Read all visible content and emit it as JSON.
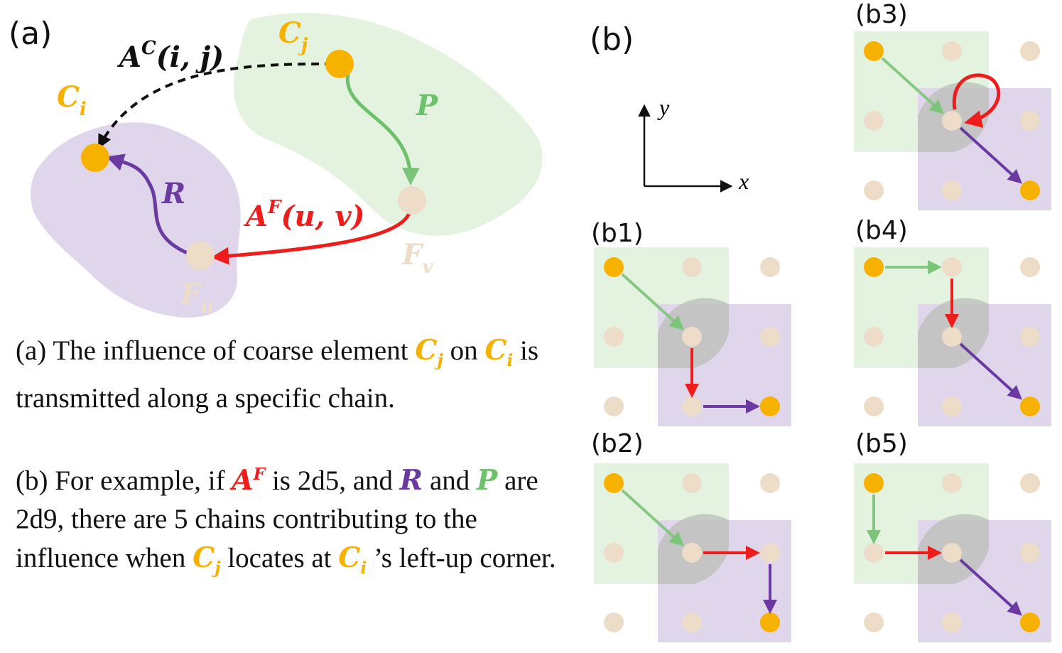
{
  "panel_a": {
    "tag": "(a)",
    "labels": {
      "cj": "C",
      "cj_sub": "j",
      "ci": "C",
      "ci_sub": "i",
      "ac": "A",
      "ac_sup": "C",
      "ac_args": "(i, j)",
      "p": "P",
      "r": "R",
      "af": "A",
      "af_sup": "F",
      "af_args": "(u, v)",
      "fv": "F",
      "fv_sub": "v",
      "fu": "F",
      "fu_sub": "u"
    }
  },
  "panel_b": {
    "tag": "(b)",
    "axis_x": "x",
    "axis_y": "y",
    "subpanels": [
      "(b1)",
      "(b2)",
      "(b3)",
      "(b4)",
      "(b5)"
    ]
  },
  "caption": {
    "a_pre": "(a) The influence of coarse element ",
    "a_mid": " on ",
    "a_post": " is transmitted along a specific chain.",
    "b_pre": "(b) For example, if ",
    "b_t1": " is 2d5, and ",
    "b_t2": " and ",
    "b_t3": " are 2d9, there are 5 chains contributing to the influence when ",
    "b_t4": " locates at ",
    "b_t5": " ’s left-up corner.",
    "sym_c": "C",
    "sub_j": "j",
    "sub_i": "i",
    "sym_a": "A",
    "sup_f": "F",
    "sym_r": "R",
    "sym_p": "P"
  },
  "colors": {
    "coarse": "#f7b200",
    "fine": "#ecdcc8",
    "green_region": "#e3f3df",
    "purple_region": "#e0d6ec",
    "green_arrow": "#6cc16a",
    "red_arrow": "#ef1c1c",
    "purple_arrow": "#6a3aa0"
  }
}
